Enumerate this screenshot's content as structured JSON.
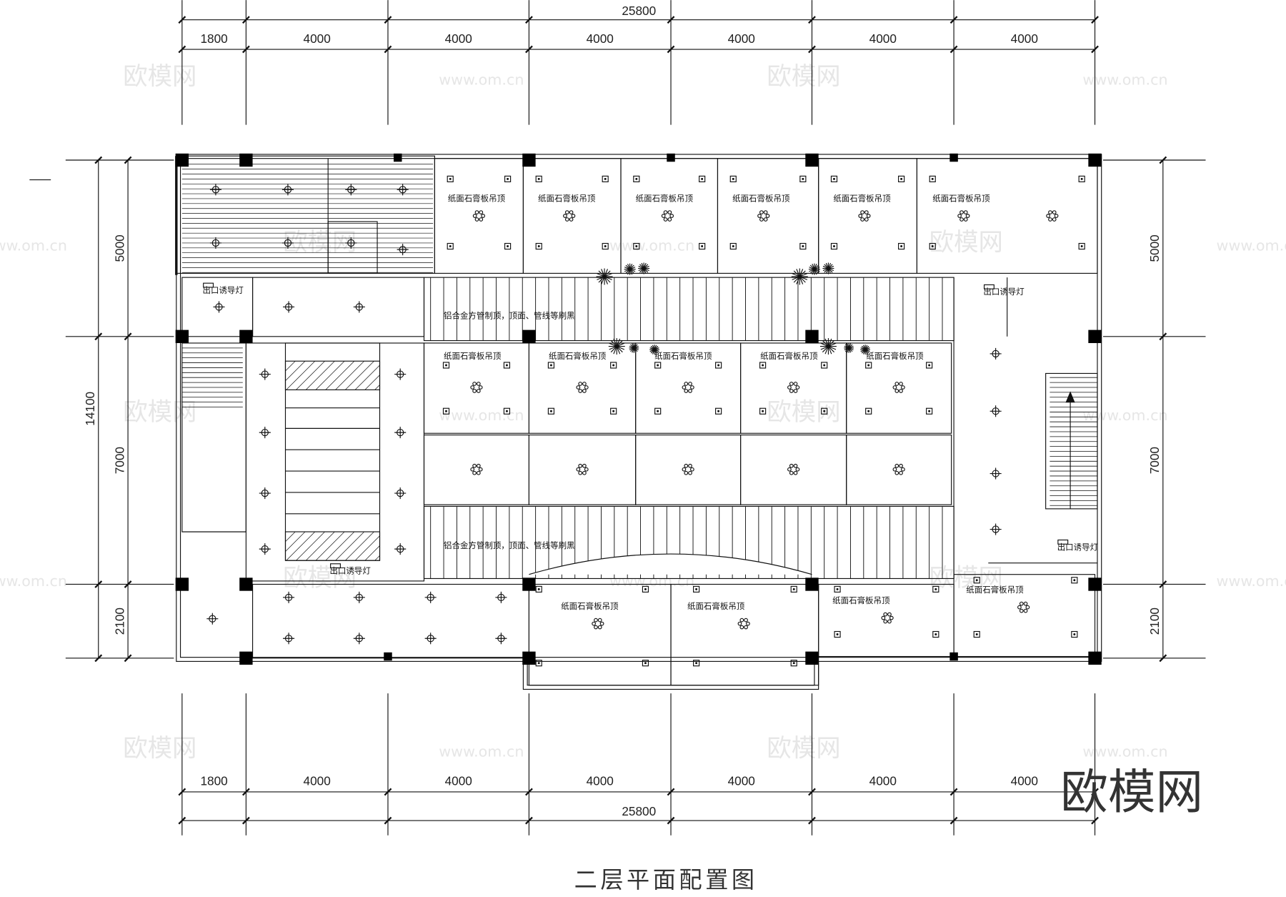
{
  "title": "二层平面配置图",
  "dimensions": {
    "top_total": "25800",
    "top_segments": [
      "1800",
      "4000",
      "4000",
      "4000",
      "4000",
      "4000",
      "4000"
    ],
    "bottom_total": "25800",
    "bottom_segments": [
      "1800",
      "4000",
      "4000",
      "4000",
      "4000",
      "4000",
      "4000"
    ],
    "left_total": "14100",
    "left_segments": [
      "5000",
      "7000",
      "2100"
    ],
    "right_segments": [
      "5000",
      "7000",
      "2100"
    ]
  },
  "labels": {
    "gypsum_ceiling": "纸面石膏板吊顶",
    "aluminium_ceiling": "铝合金方管制顶，顶面、管线等刷黑",
    "exit_light": "出口诱导灯"
  },
  "watermark": {
    "logo": "欧模网",
    "url": "www.om.cn"
  },
  "colors": {
    "line": "#111111",
    "column": "#000000",
    "watermark": "#e6e6e6"
  }
}
